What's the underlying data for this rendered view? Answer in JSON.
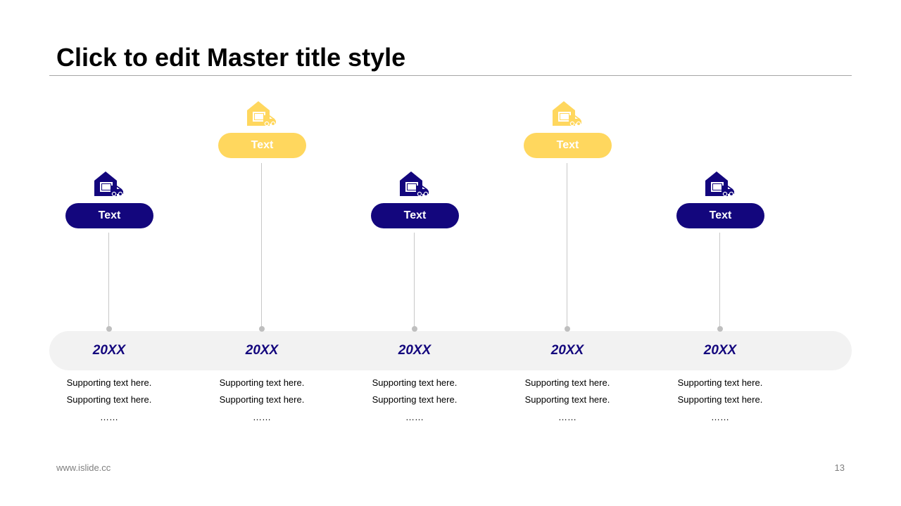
{
  "slide": {
    "title": "Click to edit Master title style",
    "footer_url": "www.islide.cc",
    "page_number": "13"
  },
  "colors": {
    "navy": "#13067d",
    "yellow": "#ffd75e",
    "band": "#f2f2f2"
  },
  "timeline": [
    {
      "label": "Text",
      "year": "20XX",
      "line1": "Supporting text here.",
      "line2": "Supporting text here.",
      "ellipsis": "……",
      "color": "navy",
      "position": "low",
      "icon": "warehouse-truck-icon"
    },
    {
      "label": "Text",
      "year": "20XX",
      "line1": "Supporting text here.",
      "line2": "Supporting text here.",
      "ellipsis": "……",
      "color": "yellow",
      "position": "high",
      "icon": "warehouse-truck-icon"
    },
    {
      "label": "Text",
      "year": "20XX",
      "line1": "Supporting text here.",
      "line2": "Supporting text here.",
      "ellipsis": "……",
      "color": "navy",
      "position": "low",
      "icon": "warehouse-truck-icon"
    },
    {
      "label": "Text",
      "year": "20XX",
      "line1": "Supporting text here.",
      "line2": "Supporting text here.",
      "ellipsis": "……",
      "color": "yellow",
      "position": "high",
      "icon": "warehouse-truck-icon"
    },
    {
      "label": "Text",
      "year": "20XX",
      "line1": "Supporting text here.",
      "line2": "Supporting text here.",
      "ellipsis": "……",
      "color": "navy",
      "position": "low",
      "icon": "warehouse-truck-icon"
    }
  ]
}
